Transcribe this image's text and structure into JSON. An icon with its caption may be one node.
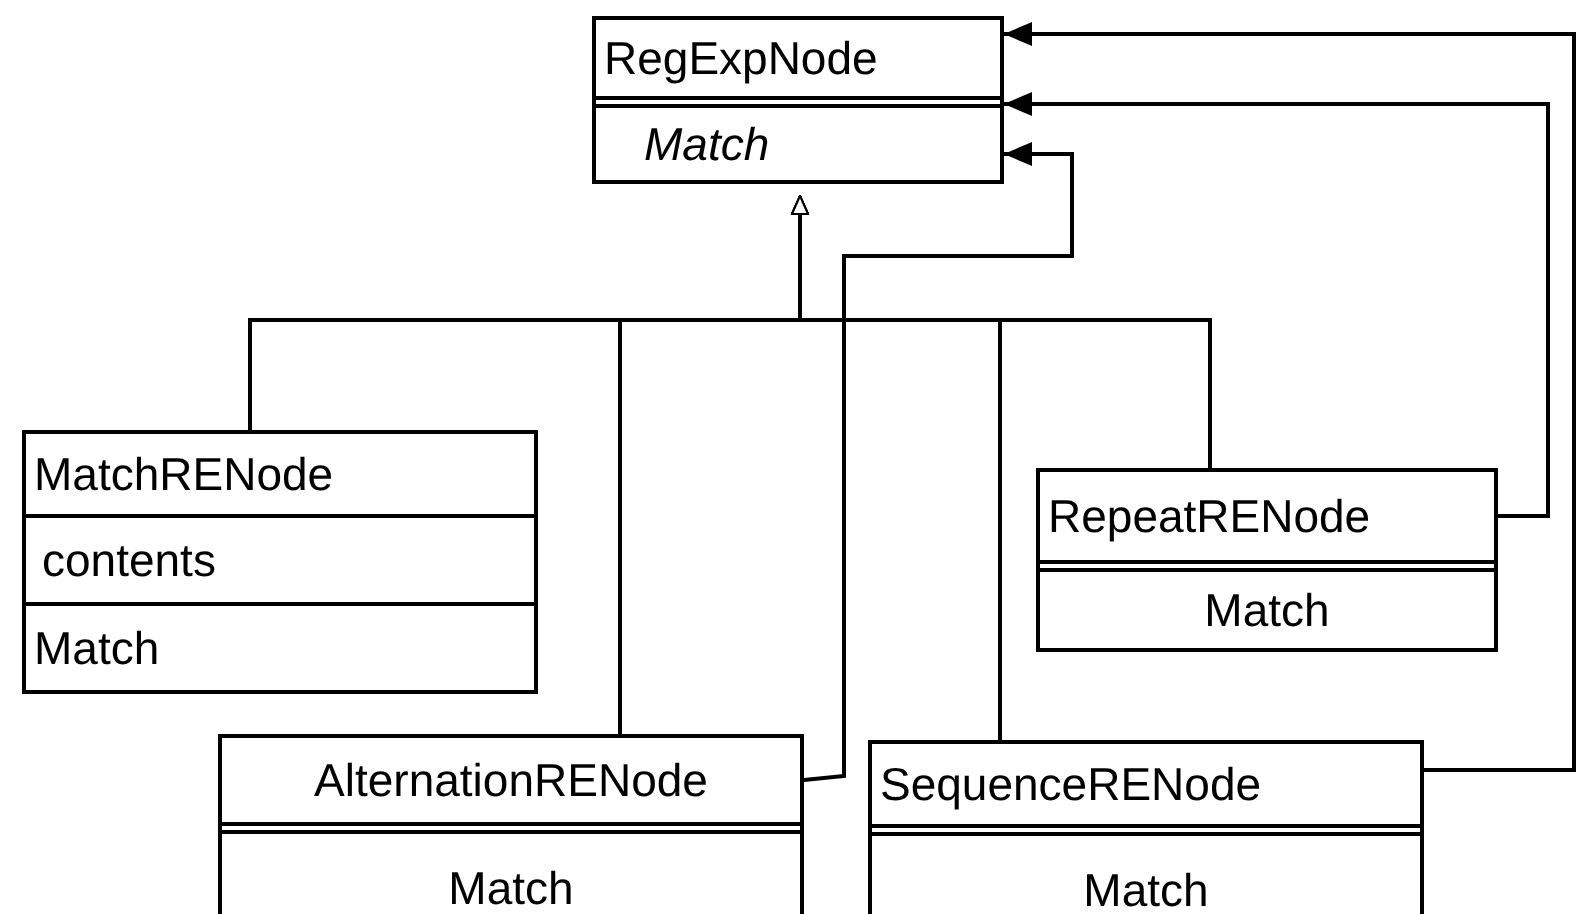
{
  "diagram": {
    "nodes": [
      {
        "text": [
          "RegExpNode",
          "Match"
        ]
      },
      {
        "text": [
          "MatchRENode",
          "contents",
          "Match"
        ]
      },
      {
        "text": [
          "RepeatRENode",
          "Match"
        ]
      },
      {
        "text": [
          "AlternationRENode",
          "Match"
        ]
      },
      {
        "text": [
          "SequenceRENode",
          "Match"
        ]
      }
    ],
    "edges": [
      {
        "from": 1,
        "to": 0,
        "arrow": "to"
      },
      {
        "from": 3,
        "to": 0,
        "arrow": "to"
      },
      {
        "from": 4,
        "to": 0,
        "arrow": "to"
      },
      {
        "from": 2,
        "to": 0,
        "arrow": "to"
      },
      {
        "from": 3,
        "to": 0,
        "arrow": "to"
      },
      {
        "from": 2,
        "to": 0,
        "arrow": "to"
      },
      {
        "from": 4,
        "to": 0,
        "arrow": "to"
      }
    ]
  }
}
